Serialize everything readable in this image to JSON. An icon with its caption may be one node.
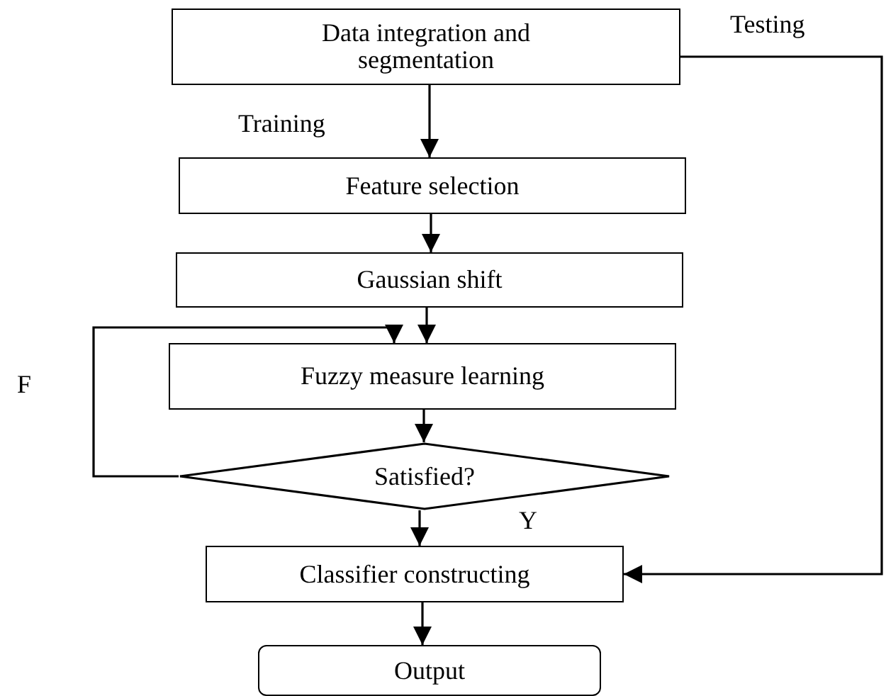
{
  "diagram": {
    "nodes": [
      {
        "text": [
          "Data integration and segmentation"
        ]
      },
      {
        "text": [
          "Feature selection"
        ]
      },
      {
        "text": [
          "Gaussian shift"
        ]
      },
      {
        "text": [
          "Fuzzy measure learning"
        ]
      },
      {
        "text": [
          "Satisfied?"
        ]
      },
      {
        "text": [
          "Classifier constructing"
        ]
      },
      {
        "text": [
          "Output"
        ]
      }
    ],
    "edges": [
      {
        "from": 0,
        "to": 1,
        "arrow": "to",
        "label": "Training"
      },
      {
        "from": 1,
        "to": 2,
        "arrow": "to"
      },
      {
        "from": 2,
        "to": 3,
        "arrow": "to"
      },
      {
        "from": 3,
        "to": 4,
        "arrow": "to"
      },
      {
        "from": 4,
        "to": 3,
        "arrow": "to",
        "label": "F"
      },
      {
        "from": 4,
        "to": 5,
        "arrow": "to",
        "label": "Y"
      },
      {
        "from": 0,
        "to": 5,
        "arrow": "to",
        "label": "Testing"
      },
      {
        "from": 5,
        "to": 6,
        "arrow": "to"
      }
    ]
  }
}
